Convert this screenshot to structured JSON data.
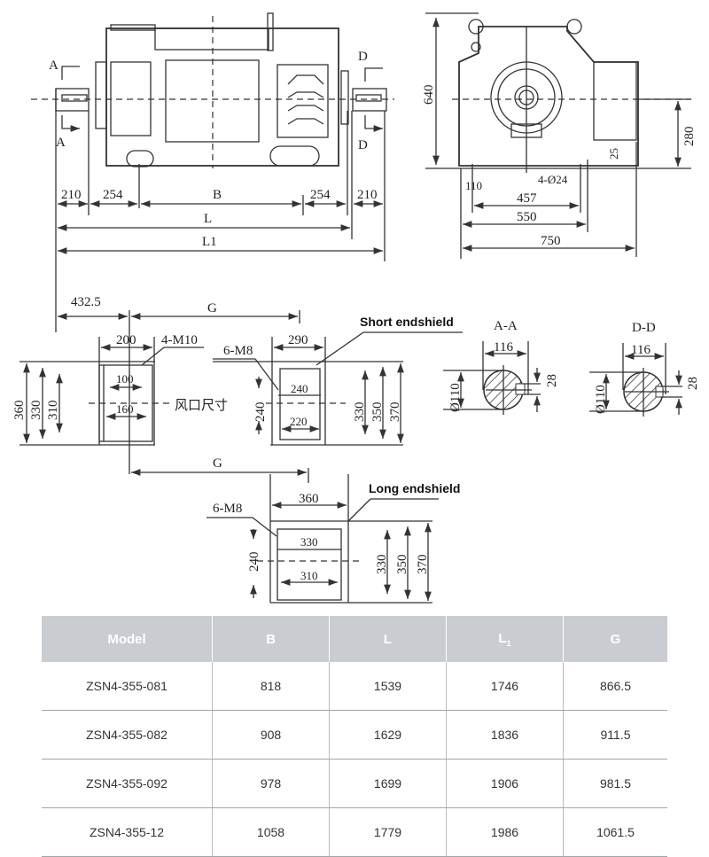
{
  "drawing": {
    "side_view": {
      "section_a_top": "A",
      "section_a_bottom": "A",
      "section_d_top": "D",
      "section_d_bottom": "D",
      "dim_210_left": "210",
      "dim_254_left": "254",
      "dim_b": "B",
      "dim_254_right": "254",
      "dim_210_right": "210",
      "dim_l": "L",
      "dim_l1": "L1"
    },
    "end_view": {
      "dim_640": "640",
      "dim_280": "280",
      "dim_25": "25",
      "dim_110": "110",
      "holes": "4-Ø24",
      "dim_457": "457",
      "dim_550": "550",
      "dim_750": "750"
    },
    "vent": {
      "dim_432_5": "432.5",
      "dim_g": "G",
      "dim_200": "200",
      "bolts": "4-M10",
      "dim_100": "100",
      "dim_160": "160",
      "dim_360": "360",
      "dim_330": "330",
      "dim_310": "310",
      "label_cn": "风口尺寸"
    },
    "short_endshield": {
      "title": "Short endshield",
      "dim_290": "290",
      "bolts": "6-M8",
      "dim_240_h": "240",
      "dim_220": "220",
      "dim_240_v": "240",
      "dim_330": "330",
      "dim_350": "350",
      "dim_370": "370"
    },
    "long_endshield": {
      "title": "Long endshield",
      "dim_g": "G",
      "dim_360": "360",
      "bolts": "6-M8",
      "dim_330_h": "330",
      "dim_310": "310",
      "dim_240_v": "240",
      "dim_330": "330",
      "dim_350": "350",
      "dim_370": "370"
    },
    "section_aa": {
      "title": "A-A",
      "dim_116": "116",
      "dim_dia": "Ø110",
      "dim_28": "28"
    },
    "section_dd": {
      "title": "D-D",
      "dim_116": "116",
      "dim_dia": "Ø110",
      "dim_28": "28"
    }
  },
  "table": {
    "headers": [
      "Model",
      "B",
      "L",
      "L",
      "G"
    ],
    "l1_subscript": "1",
    "rows": [
      [
        "ZSN4-355-081",
        "818",
        "1539",
        "1746",
        "866.5"
      ],
      [
        "ZSN4-355-082",
        "908",
        "1629",
        "1836",
        "911.5"
      ],
      [
        "ZSN4-355-092",
        "978",
        "1699",
        "1906",
        "981.5"
      ],
      [
        "ZSN4-355-12",
        "1058",
        "1779",
        "1986",
        "1061.5"
      ]
    ]
  },
  "colors": {
    "header_bg": "#c9ccd1",
    "line": "#333333"
  }
}
